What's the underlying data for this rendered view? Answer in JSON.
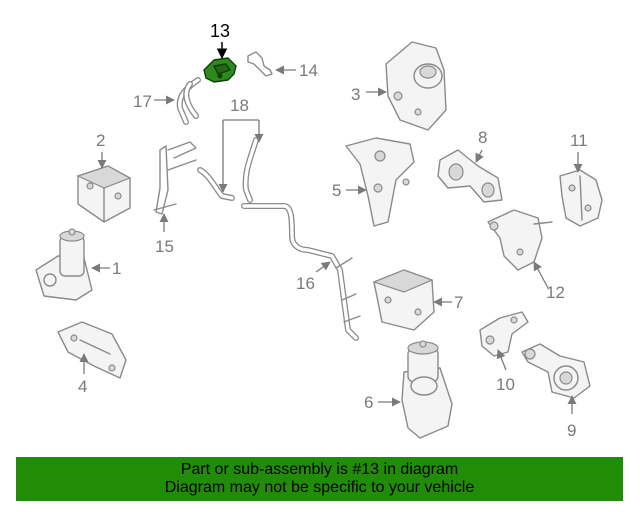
{
  "colors": {
    "highlight": "#2f8a1e",
    "banner": "#218c07",
    "parts": "#8a8a8a"
  },
  "callouts": {
    "c1": "1",
    "c2": "2",
    "c3": "3",
    "c4": "4",
    "c5": "5",
    "c6": "6",
    "c7": "7",
    "c8": "8",
    "c9": "9",
    "c10": "10",
    "c11": "11",
    "c12": "12",
    "c13": "13",
    "c14": "14",
    "c15": "15",
    "c16": "16",
    "c17": "17",
    "c18": "18"
  },
  "highlighted_callout": "13",
  "banner": {
    "line1": "Part or sub-assembly is #13 in diagram",
    "line2": "Diagram may not be specific to your vehicle"
  }
}
